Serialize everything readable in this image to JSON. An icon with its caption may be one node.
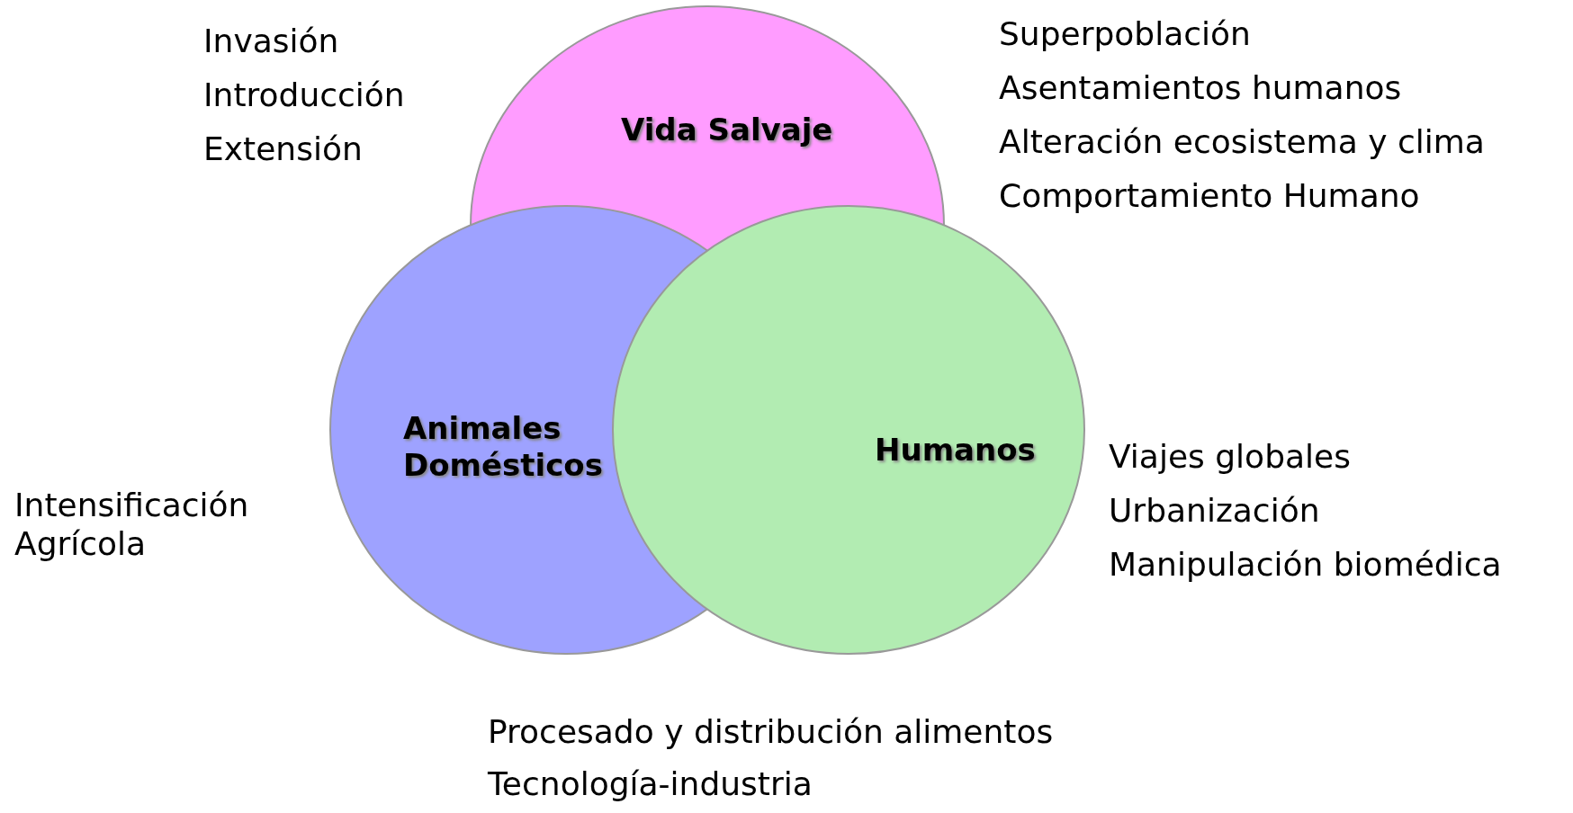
{
  "diagram": {
    "nodes": [
      {
        "text": [
          "Vida Salvaje"
        ]
      },
      {
        "text": [
          "Animales Domésticos"
        ]
      },
      {
        "text": [
          "Humanos"
        ]
      }
    ],
    "edges": [],
    "labels": [
      "Invasión",
      "Introducción",
      "Extensión",
      "Superpoblación",
      "Asentamientos humanos",
      "Alteración ecosistema y clima",
      "Comportamiento Humano",
      "Intensificación Agrícola",
      "Viajes globales",
      "Urbanización",
      "Manipulación biomédica",
      "Procesado y distribución alimentos",
      "Tecnología-industria"
    ]
  }
}
